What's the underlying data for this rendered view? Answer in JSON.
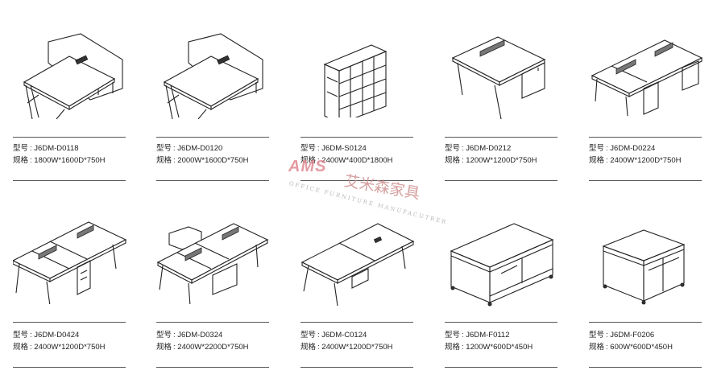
{
  "label_model": "型号",
  "label_spec": "规格",
  "watermark": {
    "logo": "AMS",
    "cn": "艾米森家具",
    "en": "OFFICE FURNITURE MANUFACUTRER"
  },
  "products": [
    {
      "model": "J6DM-D0118",
      "spec": "1800W*1600D*750H"
    },
    {
      "model": "J6DM-D0120",
      "spec": "2000W*1600D*750H"
    },
    {
      "model": "J6DM-S0124",
      "spec": "2400W*400D*1800H"
    },
    {
      "model": "J6DM-D0212",
      "spec": "1200W*1200D*750H"
    },
    {
      "model": "J6DM-D0224",
      "spec": "2400W*1200D*750H"
    },
    {
      "model": "J6DM-D0424",
      "spec": "2400W*1200D*750H"
    },
    {
      "model": "J6DM-D0324",
      "spec": "2400W*2200D*750H"
    },
    {
      "model": "J6DM-C0124",
      "spec": "2400W*1200D*750H"
    },
    {
      "model": "J6DM-F0112",
      "spec": "1200W*600D*450H"
    },
    {
      "model": "J6DM-F0206",
      "spec": "600W*600D*450H"
    }
  ]
}
